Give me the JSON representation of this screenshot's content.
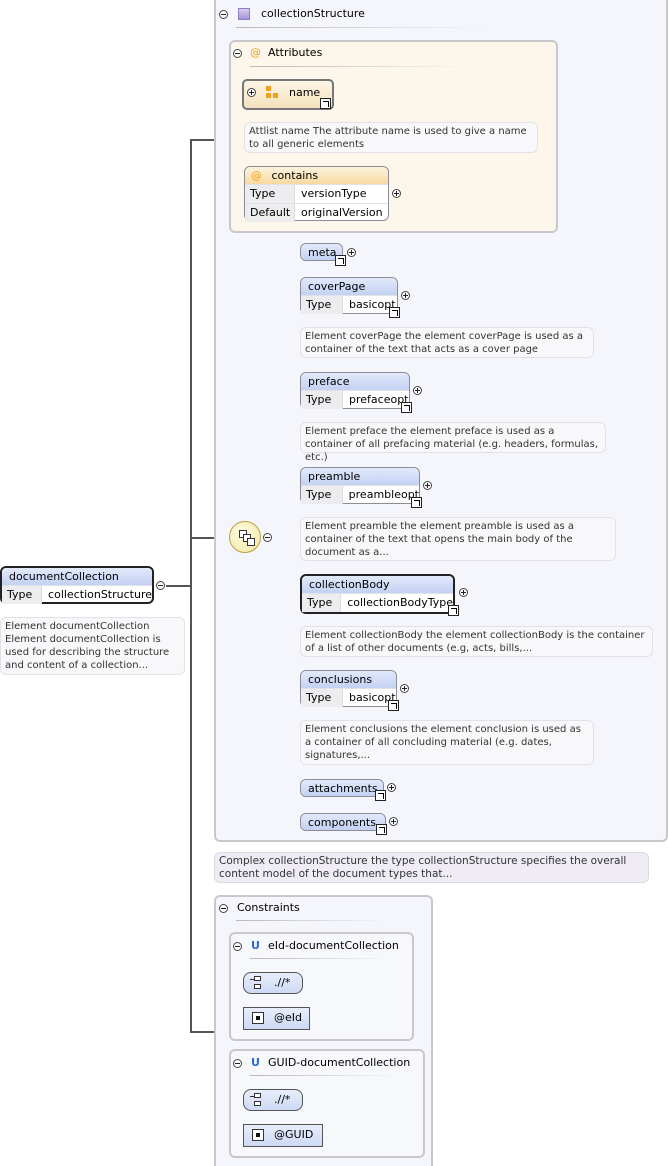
{
  "root": {
    "name": "documentCollection",
    "type_key": "Type",
    "type_value": "collectionStructure",
    "note": "Element documentCollection Element documentCollection is used for describing the structure and content of a collection..."
  },
  "complex": {
    "title": "collectionStructure",
    "note": "Complex collectionStructure the type collectionStructure specifies the overall content model of the document types that..."
  },
  "attributes": {
    "title": "Attributes",
    "group_name": "name",
    "group_note": "Attlist name The attribute name is used to give a name to all generic elements",
    "contains": {
      "name": "contains",
      "rows": [
        {
          "k": "Type",
          "v": "versionType"
        },
        {
          "k": "Default",
          "v": "originalVersion"
        }
      ]
    }
  },
  "sequence": [
    {
      "name": "meta"
    },
    {
      "name": "coverPage",
      "type_key": "Type",
      "type_value": "basicopt",
      "note": "Element coverPage the element coverPage is used as a container of the text that acts as a cover page"
    },
    {
      "name": "preface",
      "type_key": "Type",
      "type_value": "prefaceopt",
      "note": "Element preface the element preface is used as a container of all prefacing material (e.g. headers, formulas, etc.)"
    },
    {
      "name": "preamble",
      "type_key": "Type",
      "type_value": "preambleopt",
      "note": "Element preamble the element preamble is used as a container of the text that opens the main body of the document as a..."
    },
    {
      "name": "collectionBody",
      "type_key": "Type",
      "type_value": "collectionBodyType",
      "note": "Element collectionBody the element collectionBody is the container of a list of other documents (e.g, acts, bills,..."
    },
    {
      "name": "conclusions",
      "type_key": "Type",
      "type_value": "basicopt",
      "note": "Element conclusions the element conclusion is used as a container of all concluding material (e.g. dates, signatures,..."
    },
    {
      "name": "attachments"
    },
    {
      "name": "components"
    }
  ],
  "constraints": {
    "title": "Constraints",
    "items": [
      {
        "name": "eId-documentCollection",
        "selector": ".//*",
        "field": "@eId"
      },
      {
        "name": "GUID-documentCollection",
        "selector": ".//*",
        "field": "@GUID"
      }
    ]
  },
  "icons": {
    "collapse": "minus-circle-icon",
    "expand": "plus-circle-icon",
    "attribute": "at-sign-icon",
    "unique": "unique-constraint-icon",
    "sequence": "sequence-compositor-icon"
  }
}
